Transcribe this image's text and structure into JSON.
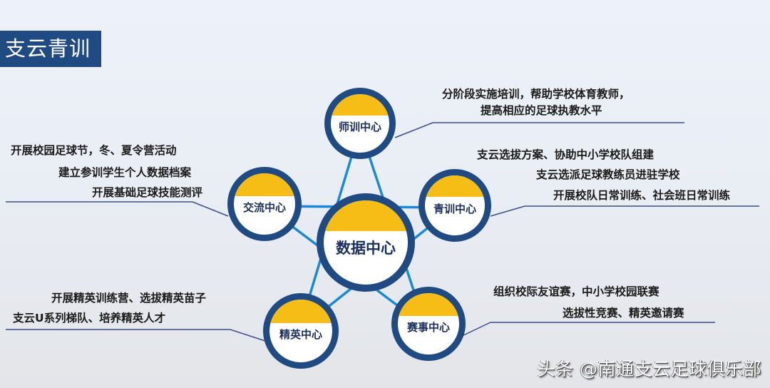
{
  "title": "支云青训",
  "colors": {
    "navy": "#1f4b82",
    "accent_yellow": "#f6bd16",
    "connector_blue": "#1b8ad6",
    "leader_line": "#3d4f86",
    "background": "#edf1f9"
  },
  "center": {
    "label": "数据中心"
  },
  "nodes": [
    {
      "id": "teacher",
      "label": "师训中心"
    },
    {
      "id": "youth",
      "label": "青训中心"
    },
    {
      "id": "match",
      "label": "赛事中心"
    },
    {
      "id": "elite",
      "label": "精英中心"
    },
    {
      "id": "exchange",
      "label": "交流中心"
    }
  ],
  "descriptions": {
    "teacher": [
      "分阶段实施培训，帮助学校体育教师，",
      "提高相应的足球执教水平"
    ],
    "youth": [
      "支云选拔方案、协助中小学校队组建",
      "支云选派足球教练员进驻学校",
      "开展校队日常训练、社会班日常训练"
    ],
    "match": [
      "组织校际友谊赛，中小学校园联赛",
      "选拔性竞赛、精英邀请赛"
    ],
    "elite": [
      "开展精英训练营、选拔精英苗子",
      "支云U系列梯队、培养精英人才"
    ],
    "exchange": [
      "开展校园足球节，冬、夏令营活动",
      "建立参训学生个人数据档案",
      "开展基础足球技能测评"
    ]
  },
  "watermark": "头条 @南通支云足球俱乐部"
}
